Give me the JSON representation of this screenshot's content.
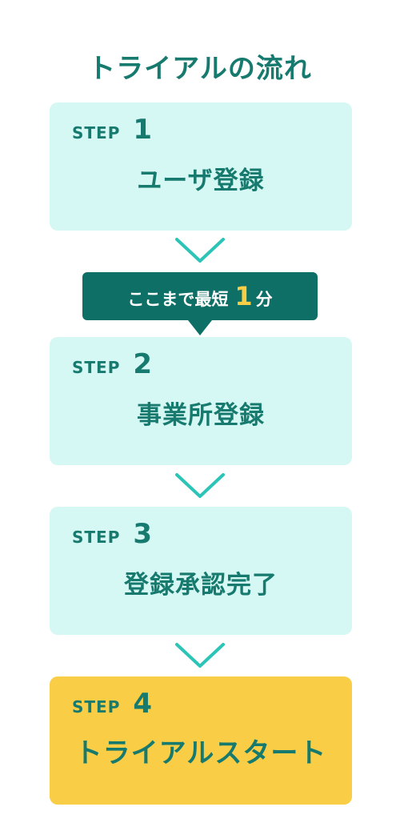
{
  "title": "トライアルの流れ",
  "badge": {
    "prefix": "ここまで最短",
    "number": "1",
    "unit": "分"
  },
  "steps": [
    {
      "label": "STEP",
      "number": "1",
      "text": "ユーザ登録"
    },
    {
      "label": "STEP",
      "number": "2",
      "text": "事業所登録"
    },
    {
      "label": "STEP",
      "number": "3",
      "text": "登録承認完了"
    },
    {
      "label": "STEP",
      "number": "4",
      "text": "トライアルスタート"
    }
  ],
  "colors": {
    "accent": "#177a6e",
    "card_bg": "#d5f8f4",
    "final_bg": "#f9cd45",
    "bubble_bg": "#0e6f67",
    "chevron": "#2bc4b6"
  }
}
